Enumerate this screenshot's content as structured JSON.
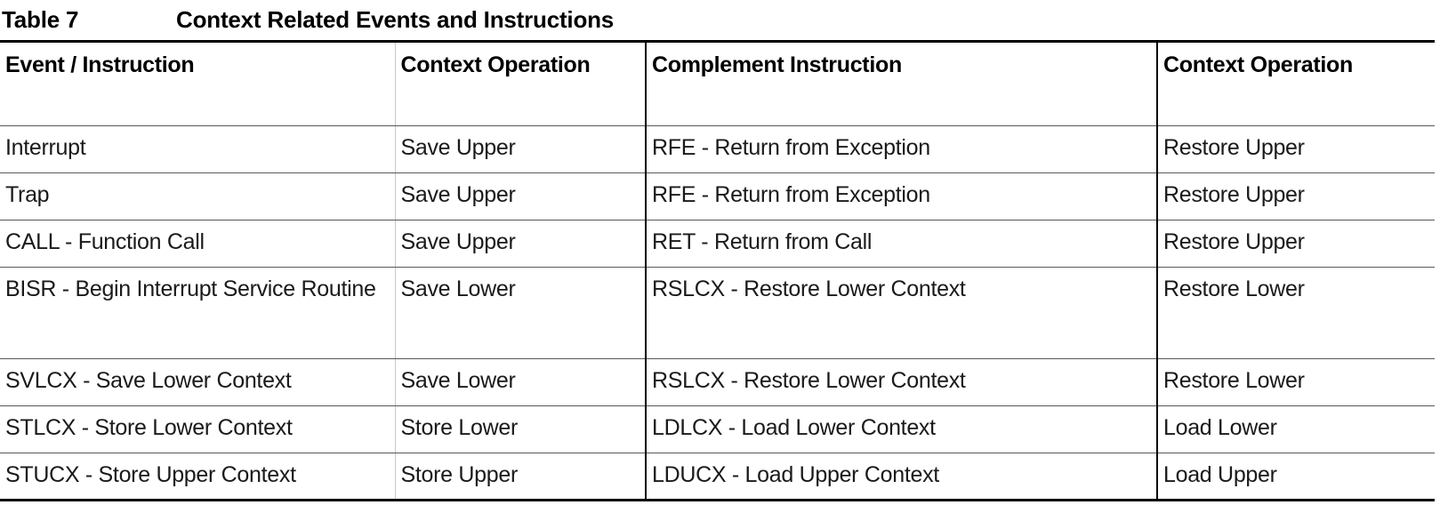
{
  "caption": {
    "label": "Table 7",
    "title": "Context Related Events and Instructions"
  },
  "table": {
    "columns": [
      {
        "id": "event-instruction",
        "header": "Event / Instruction"
      },
      {
        "id": "context-operation-1",
        "header": "Context Operation"
      },
      {
        "id": "complement-instruction",
        "header": "Complement Instruction"
      },
      {
        "id": "context-operation-2",
        "header": "Context Operation"
      }
    ],
    "rows": [
      {
        "event": "Interrupt",
        "context_operation": "Save Upper",
        "complement_instruction": "RFE - Return from Exception",
        "complement_context_operation": "Restore Upper"
      },
      {
        "event": "Trap",
        "context_operation": "Save Upper",
        "complement_instruction": "RFE - Return from Exception",
        "complement_context_operation": "Restore Upper"
      },
      {
        "event": "CALL - Function Call",
        "context_operation": "Save Upper",
        "complement_instruction": "RET - Return from Call",
        "complement_context_operation": "Restore Upper"
      },
      {
        "event": "BISR - Begin Interrupt Service Routine",
        "context_operation": "Save Lower",
        "complement_instruction": "RSLCX - Restore Lower Context",
        "complement_context_operation": "Restore Lower"
      },
      {
        "event": "SVLCX - Save Lower Context",
        "context_operation": "Save Lower",
        "complement_instruction": "RSLCX - Restore Lower Context",
        "complement_context_operation": "Restore Lower"
      },
      {
        "event": "STLCX - Store Lower Context",
        "context_operation": "Store Lower",
        "complement_instruction": "LDLCX - Load Lower Context",
        "complement_context_operation": "Load Lower"
      },
      {
        "event": "STUCX - Store Upper Context",
        "context_operation": "Store Upper",
        "complement_instruction": "LDUCX - Load Upper Context",
        "complement_context_operation": "Load Upper"
      }
    ]
  },
  "colors": {
    "text": "#1a1a1a",
    "heading": "#000000",
    "rule_strong": "#000000",
    "rule_row": "#585858",
    "rule_light": "#c8c8c8",
    "background": "#ffffff"
  }
}
